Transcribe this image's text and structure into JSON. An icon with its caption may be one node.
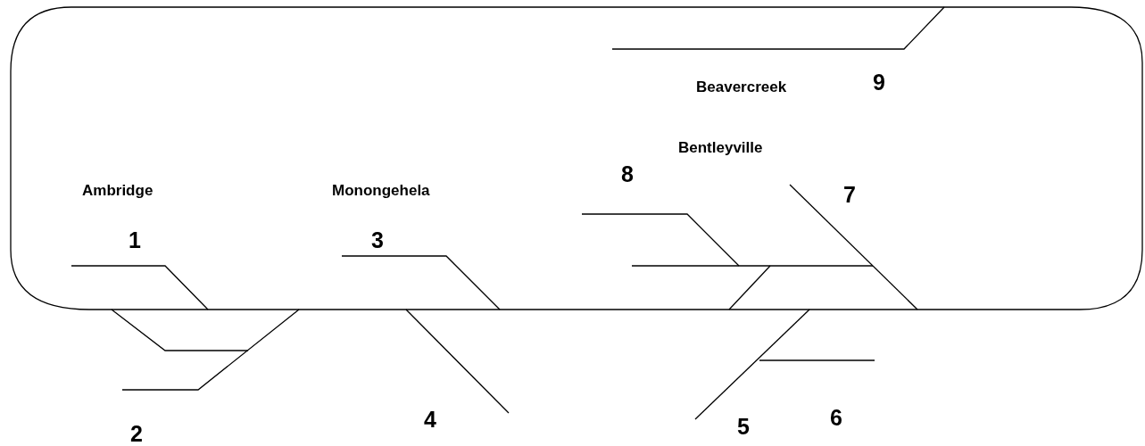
{
  "diagram": {
    "labels": [
      "Beavercreek",
      "9",
      "Bentleyville",
      "8",
      "Ambridge",
      "Monongehela",
      "7",
      "1",
      "3",
      "4",
      "6",
      "5",
      "2"
    ]
  }
}
